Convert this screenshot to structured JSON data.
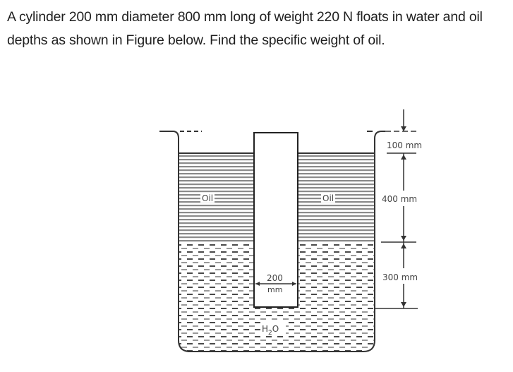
{
  "question": {
    "text": "A cylinder 200 mm diameter 800 mm long of weight 220 N floats in water and oil  depths as shown in Figure below. Find the specific weight of oil."
  },
  "figure": {
    "labels": {
      "oil_left": "Oil",
      "oil_right": "Oil",
      "water": "H",
      "water_sub": "2",
      "water_tail": "O",
      "diameter_value": "200",
      "diameter_unit": "mm"
    },
    "dimensions": {
      "top_gap": "100 mm",
      "oil_depth": "400 mm",
      "water_depth": "300 mm"
    },
    "colors": {
      "line": "#333333",
      "oil_hatch": "#8a8a8a",
      "water_dash": "#5a5a5a",
      "label": "#444444"
    }
  }
}
